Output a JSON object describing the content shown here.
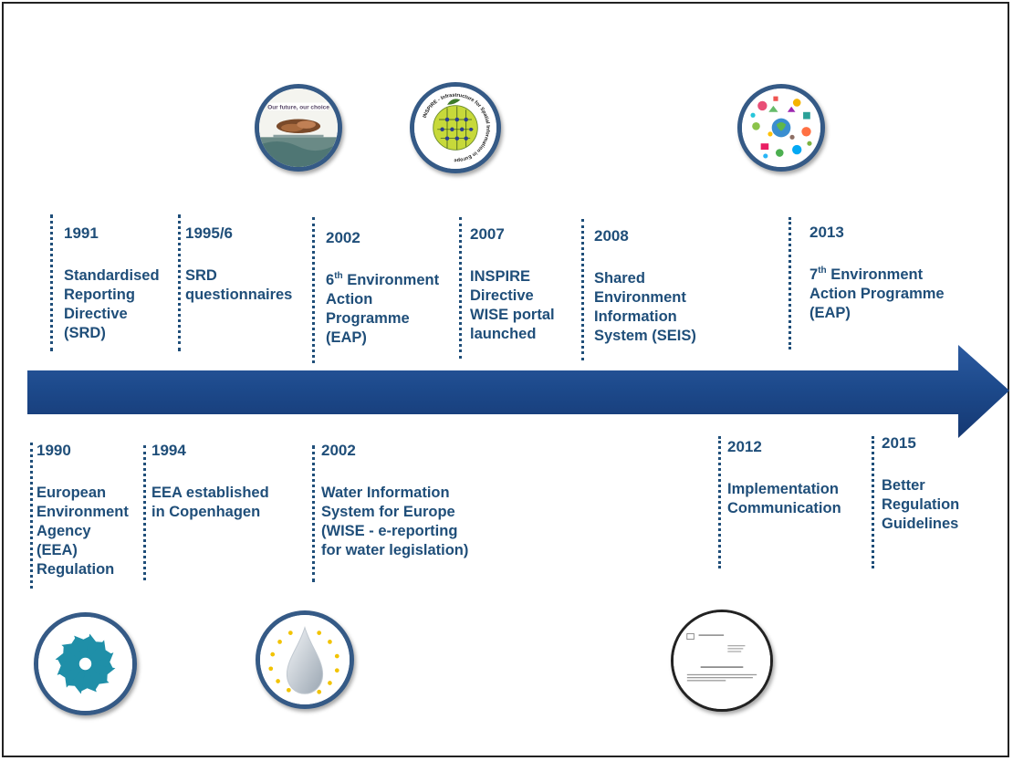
{
  "timeline_top": [
    {
      "year": "1991",
      "desc": [
        "Standardised",
        "Reporting",
        "Directive",
        "(SRD)"
      ]
    },
    {
      "year": "1995/6",
      "desc": [
        "SRD",
        "questionnaires"
      ]
    },
    {
      "year": "2002",
      "desc_first_num": "6",
      "desc_first_sup": "th",
      "desc_first_rest": " Environment",
      "desc": [
        "Action",
        "Programme",
        "(EAP)"
      ]
    },
    {
      "year": "2007",
      "desc": [
        "INSPIRE",
        "Directive",
        "WISE portal",
        "launched"
      ]
    },
    {
      "year": "2008",
      "desc": [
        "Shared",
        "Environment",
        "Information",
        "System (SEIS)"
      ]
    },
    {
      "year": "2013",
      "desc_first_num": "7",
      "desc_first_sup": "th",
      "desc_first_rest": " Environment",
      "desc": [
        "Action Programme",
        "(EAP)"
      ]
    }
  ],
  "timeline_bottom": [
    {
      "year": "1990",
      "desc": [
        "European",
        "Environment",
        "Agency",
        "(EEA)",
        "Regulation"
      ]
    },
    {
      "year": "1994",
      "desc": [
        "EEA established",
        "in Copenhagen"
      ]
    },
    {
      "year": "2002",
      "desc": [
        "Water Information",
        "System for Europe",
        "(WISE - e-reporting",
        "for water legislation)"
      ]
    },
    {
      "year": "2012",
      "desc": [
        "Implementation",
        "Communication"
      ]
    },
    {
      "year": "2015",
      "desc": [
        "Better",
        "Regulation",
        "Guidelines"
      ]
    }
  ],
  "badges": {
    "eap6_cover_title": "Our future, our choice",
    "inspire_ring_text": "INSPIRE - Infrastructure for Spatial Information in Europe",
    "inspire_word": "INSPIRE"
  },
  "colors": {
    "text": "#1f4e79",
    "arrow_dark": "#1c3f7a",
    "arrow_light": "#3a6fb5"
  }
}
